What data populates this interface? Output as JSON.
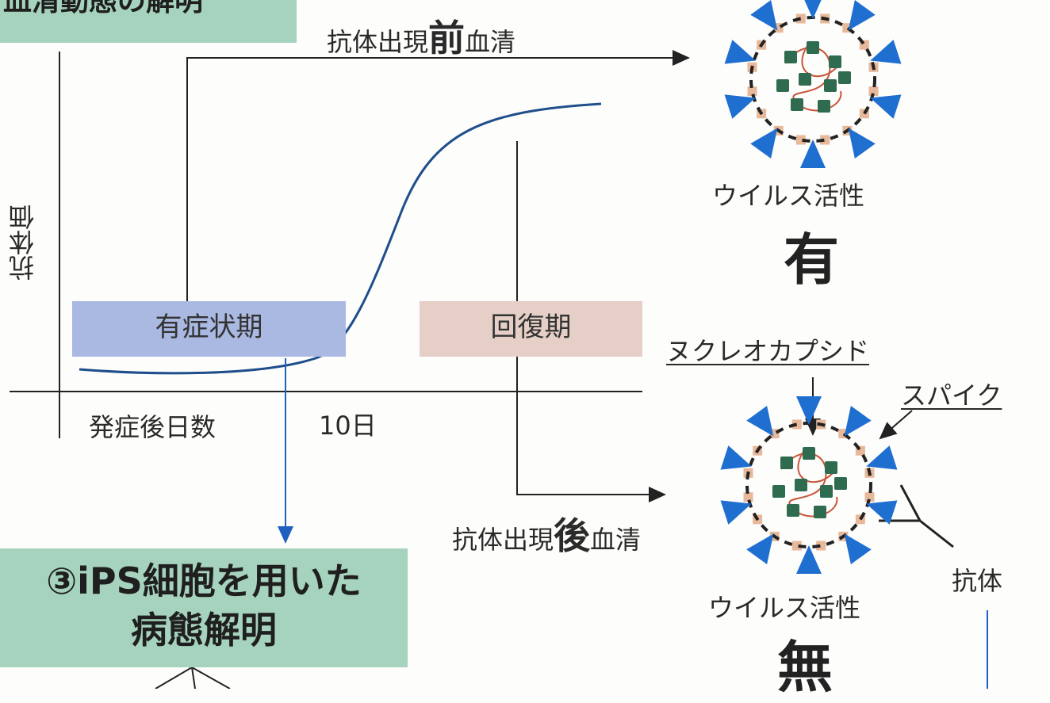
{
  "titles": {
    "top": "血清動態の解明",
    "bottom_line1": "③iPS細胞を用いた",
    "bottom_line2": "病態解明"
  },
  "chart": {
    "ylabel": "抗体価",
    "xlabel": "発症後日数",
    "day_label": "10日",
    "phase_symptom": "有症状期",
    "phase_recovery": "回復期"
  },
  "serum": {
    "before_pre": "抗体出現",
    "before_em": "前",
    "before_post": "血清",
    "after_pre": "抗体出現",
    "after_em": "後",
    "after_post": "血清"
  },
  "virus": {
    "activity_label_top": "ウイルス活性",
    "activity_value_top": "有",
    "activity_label_bottom": "ウイルス活性",
    "activity_value_bottom": "無",
    "nucleocapsid": "ヌクレオカプシド",
    "spike": "スパイク",
    "antibody": "抗体"
  },
  "colors": {
    "green_box": "#a6d3bd",
    "symptom_box": "#aab9e2",
    "recovery_box": "#e5cfc6",
    "curve": "#1f4e8c",
    "spike": "#1f6fd1",
    "nucleocapsid": "#2e6b4f",
    "membrane_dots": "#e8b89a",
    "rna": "#c8553d"
  }
}
